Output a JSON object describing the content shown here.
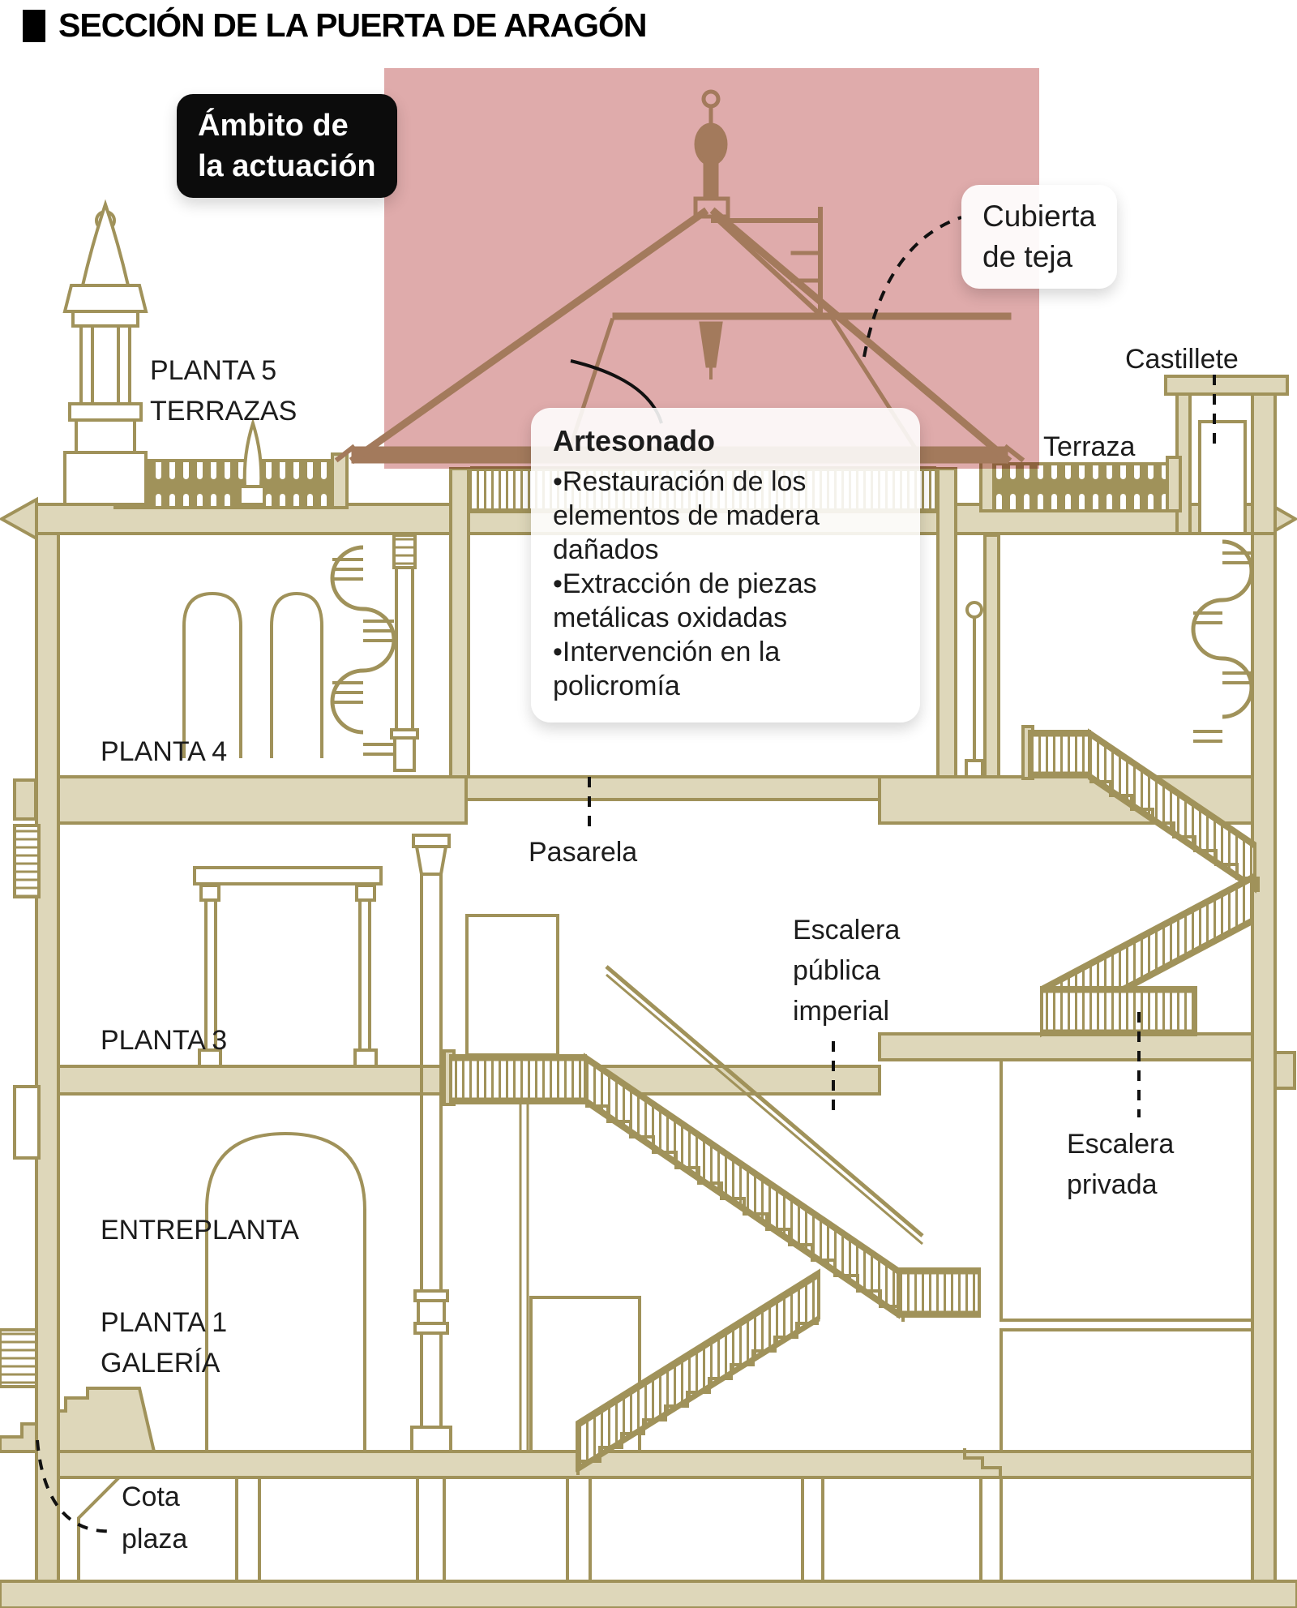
{
  "title": {
    "text": "SECCIÓN DE LA PUERTA DE ARAGÓN"
  },
  "annotations": {
    "ambito": {
      "text": "Ámbito de\nla actuación"
    },
    "cubierta": {
      "text": "Cubierta\nde teja"
    },
    "artesonado": {
      "heading": "Artesonado",
      "bullets": [
        "•Restauración de los elementos de madera dañados",
        "•Extracción de piezas metálicas oxidadas",
        "•Intervención en la policromía"
      ]
    },
    "castillete": {
      "text": "Castillete"
    },
    "terraza": {
      "text": "Terraza"
    },
    "pasarela": {
      "text": "Pasarela"
    },
    "escalera_publica": {
      "text": "Escalera\npública\nimperial"
    },
    "escalera_privada": {
      "text": "Escalera\nprivada"
    },
    "cota_plaza": {
      "text": "Cota\nplaza"
    }
  },
  "floors": {
    "planta5": "PLANTA 5\nTERRAZAS",
    "planta4": "PLANTA 4",
    "planta3": "PLANTA 3",
    "entreplanta": "ENTREPLANTA",
    "planta1": "PLANTA 1\nGALERÍA"
  },
  "colors": {
    "line_khaki": "#a0925a",
    "fill_beige": "#ded7ba",
    "roof_brown": "#a37a5c",
    "highlight_pink": "#dfabab",
    "label_black": "#1c1c1c",
    "callout_white": "#ffffff",
    "ambito_bg": "#0c0c0c"
  }
}
